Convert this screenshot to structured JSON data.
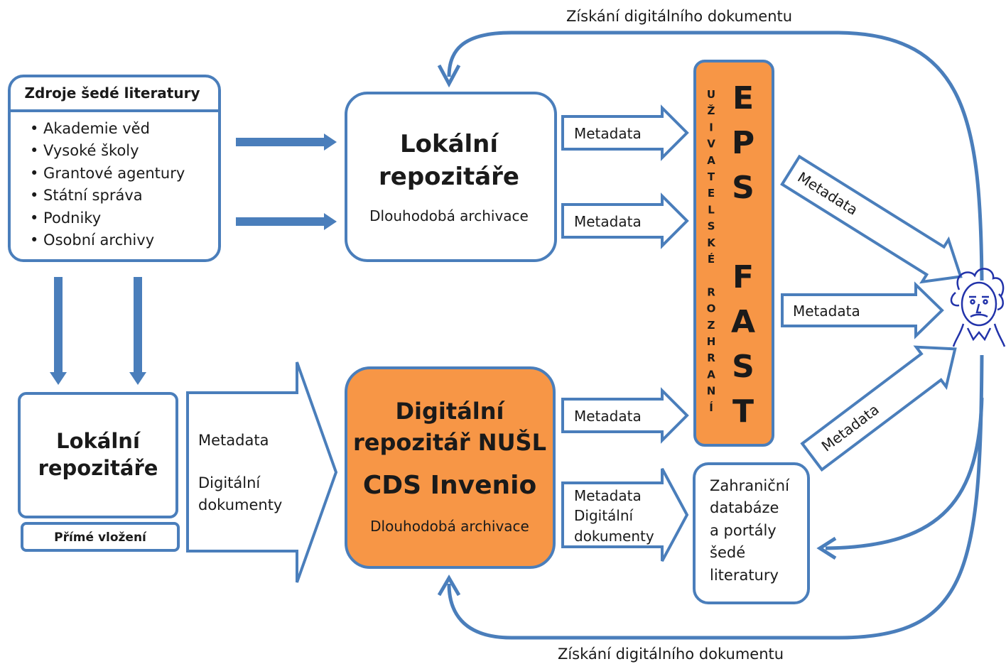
{
  "colors": {
    "stroke": "#4a7ebb",
    "accent": "#f79646",
    "text": "#1a1a1a"
  },
  "top_label": "Získání digitálního dokumentu",
  "bottom_label": "Získání digitálního dokumentu",
  "sources": {
    "title": "Zdroje šedé literatury",
    "items": [
      "• Akademie věd",
      "• Vysoké školy",
      "• Grantové agentury",
      "• Státní správa",
      "• Podniky",
      "• Osobní archivy"
    ]
  },
  "local_repo_top": {
    "title_line1": "Lokální",
    "title_line2": "repozitáře",
    "subtitle": "Dlouhodobá archivace"
  },
  "local_repo_left": {
    "title_line1": "Lokální",
    "title_line2": "repozitáře",
    "direct_insert": "Přímé vložení"
  },
  "big_arrow": {
    "line1": "Metadata",
    "line2": "Digitální",
    "line3": "dokumenty"
  },
  "nusl": {
    "line1": "Digitální",
    "line2": "repozitář NUŠL",
    "line3": "CDS Invenio",
    "subtitle": "Dlouhodobá archivace"
  },
  "arrows": {
    "meta_top1": "Metadata",
    "meta_top2": "Metadata",
    "meta_mid": "Metadata",
    "meta_bottom_line1": "Metadata",
    "meta_bottom_line2": "Digitální",
    "meta_bottom_line3": "dokumenty",
    "meta_diag_up": "Metadata",
    "meta_horizontal": "Metadata",
    "meta_diag_down": "Metadata"
  },
  "eps": {
    "vertical_text": [
      "U",
      "Ž",
      "I",
      "V",
      "A",
      "T",
      "E",
      "L",
      "S",
      "K",
      "É",
      "",
      "R",
      "O",
      "Z",
      "H",
      "R",
      "A",
      "N",
      "Í"
    ],
    "letters": [
      "E",
      "P",
      "S",
      "",
      "F",
      "A",
      "S",
      "T"
    ]
  },
  "foreign": {
    "lines": [
      "Zahraniční",
      "databáze",
      "a portály",
      "šedé",
      "literatury"
    ]
  },
  "user_icon": "einstein-portrait-icon"
}
